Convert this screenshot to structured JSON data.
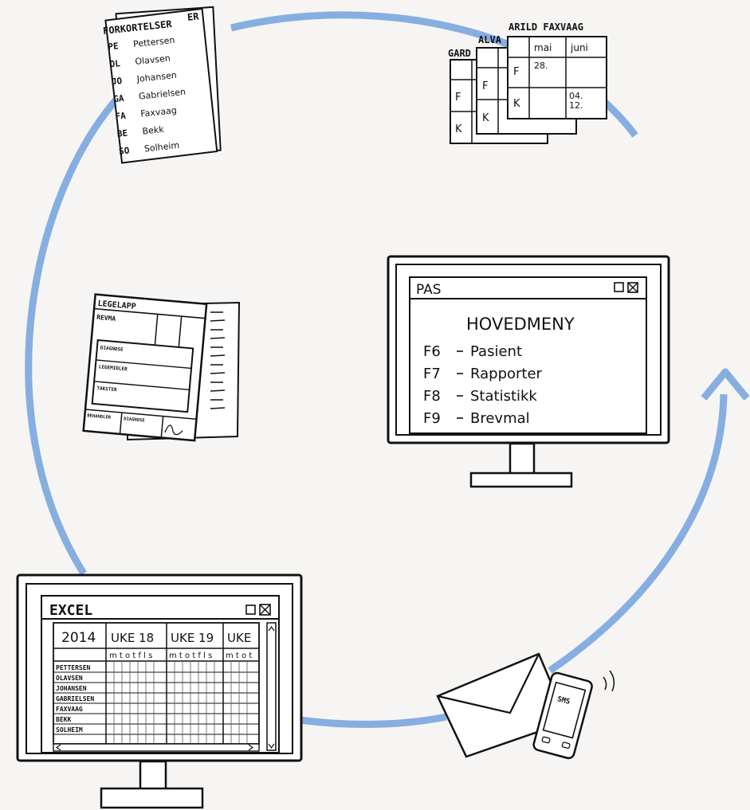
{
  "abbreviations_sheet": {
    "title": "FORKORTELSER",
    "entries": [
      {
        "code": "PE",
        "name": "Pettersen"
      },
      {
        "code": "OL",
        "name": "Olavsen"
      },
      {
        "code": "JO",
        "name": "Johansen"
      },
      {
        "code": "GA",
        "name": "Gabrielsen"
      },
      {
        "code": "FA",
        "name": "Faxvaag"
      },
      {
        "code": "BE",
        "name": "Bekk"
      },
      {
        "code": "SO",
        "name": "Solheim"
      }
    ]
  },
  "schedule_sheets": {
    "back_titles": [
      "GARD",
      "ALVA"
    ],
    "front_title": "ARILD FAXVAAG",
    "months": [
      "mai",
      "juni"
    ],
    "row_f": "F",
    "row_k": "K",
    "date_1": "28.",
    "date_2": "04.",
    "date_3": "12."
  },
  "pas_monitor": {
    "window_title": "PAS",
    "menu_title": "HOVEDMENY",
    "items": [
      {
        "key": "F6",
        "label": "Pasient"
      },
      {
        "key": "F7",
        "label": "Rapporter"
      },
      {
        "key": "F8",
        "label": "Statistikk"
      },
      {
        "key": "F9",
        "label": "Brevmal"
      }
    ]
  },
  "legelapp": {
    "title": "LEGELAPP",
    "subtitle": "REVMA",
    "fields": [
      "DIAGNOSE",
      "LEGEMIDLER",
      "TAKSTER"
    ],
    "footer": [
      "BEHANDLER",
      "DIAGNOSE"
    ]
  },
  "excel_monitor": {
    "window_title": "EXCEL",
    "year": "2014",
    "weeks": [
      "UKE 18",
      "UKE 19",
      "UKE"
    ],
    "day_letters": "m t o t f l s",
    "day_letters_short": "m t o t",
    "names": [
      "PETTERSEN",
      "OLAVSEN",
      "JOHANSEN",
      "GABRIELSEN",
      "FAXVAAG",
      "BEKK",
      "SOLHEIM"
    ]
  },
  "sms": {
    "label": "SMS"
  },
  "colors": {
    "cycle_arrow": "#86aee0",
    "background": "#f7f5f3",
    "ink": "#111111"
  }
}
